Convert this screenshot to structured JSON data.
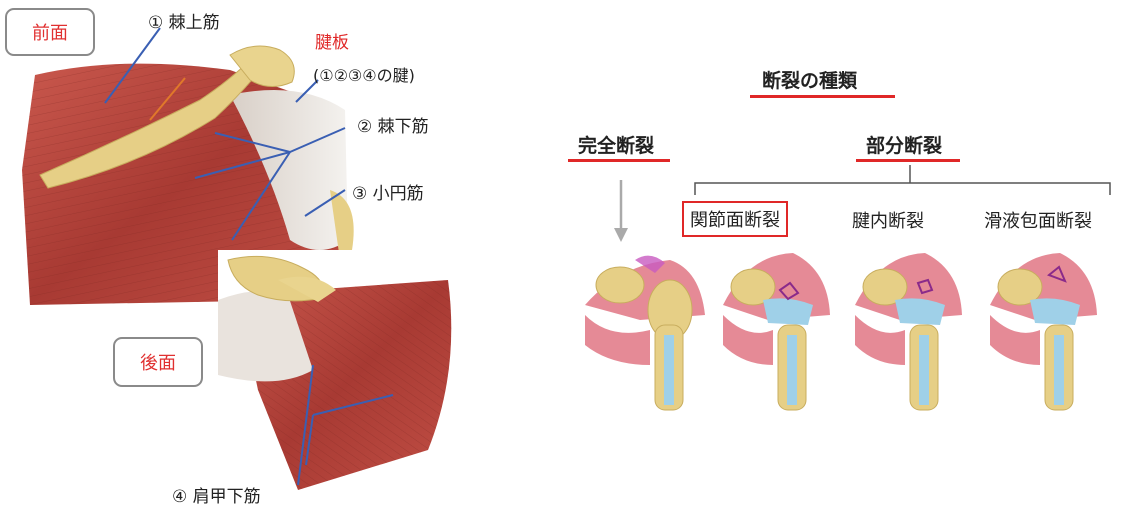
{
  "anatomy": {
    "front_badge": "前面",
    "back_badge": "後面",
    "m1": "① 棘上筋",
    "tendon_plate": "腱板",
    "tendon_plate_sub": "(①②③④の腱)",
    "m2": "② 棘下筋",
    "m3": "③ 小円筋",
    "m4": "④ 肩甲下筋"
  },
  "tear": {
    "title": "断裂の種類",
    "complete": "完全断裂",
    "partial": "部分断裂",
    "types": [
      "関節面断裂",
      "腱内断裂",
      "滑液包面断裂"
    ]
  },
  "colors": {
    "accent_red": "#e02828",
    "muscle": "#b5413a",
    "bone": "#e6cf86",
    "pointer_blue": "#3a5fb3"
  }
}
